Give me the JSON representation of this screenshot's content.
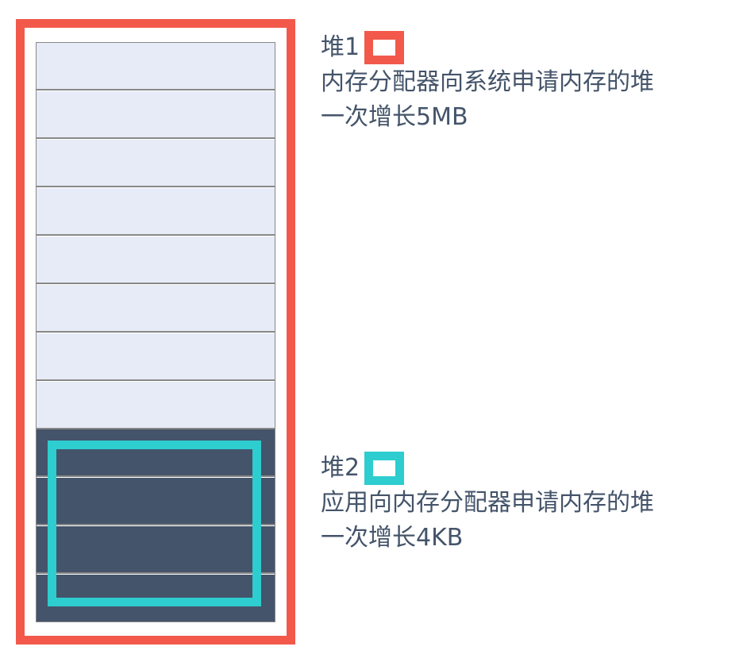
{
  "colors": {
    "heap1": "#f2594b",
    "heap2": "#2dcdd0",
    "block_light": "#e7ebf7",
    "block_dark": "#44546a",
    "text": "#44546a"
  },
  "diagram": {
    "total_blocks": 12,
    "light_blocks": 8,
    "dark_blocks": 4
  },
  "legend": [
    {
      "title": "堆1",
      "swatch_color": "#f2594b",
      "line1": "内存分配器向系统申请内存的堆",
      "line2": "一次增长5MB"
    },
    {
      "title": "堆2",
      "swatch_color": "#2dcdd0",
      "line1": "应用向内存分配器申请内存的堆",
      "line2": "一次增长4KB"
    }
  ]
}
